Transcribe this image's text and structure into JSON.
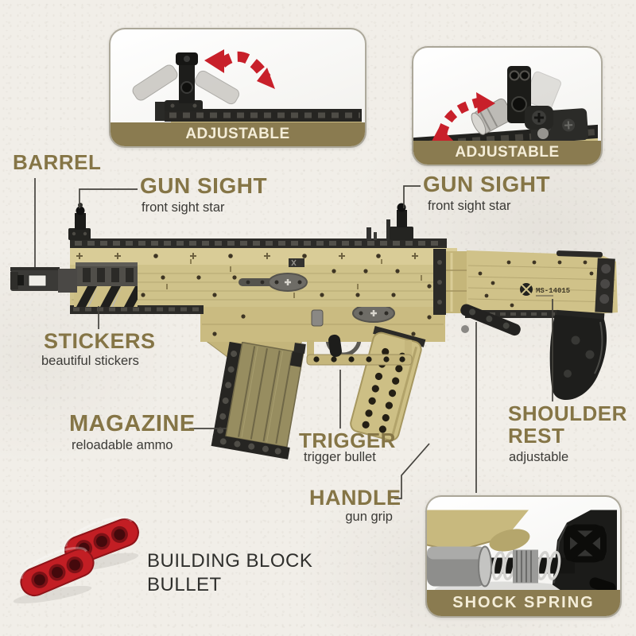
{
  "product": {
    "model_marking": "MS-14015"
  },
  "colors": {
    "accent": "#857546",
    "caption_strip": "#8a7b50",
    "caption_text": "#f4edd8",
    "subtitle_text": "#3b3a36",
    "dark_text": "#2f2f2c",
    "brick_tan": "#cfc28a",
    "brick_black": "#2b2a28",
    "brick_red": "#c21e24",
    "background": "#f1eee8"
  },
  "insets": {
    "top_left": {
      "caption": "ADJUSTABLE"
    },
    "top_right": {
      "caption": "ADJUSTABLE"
    },
    "bottom_right": {
      "caption": "SHOCK SPRING"
    }
  },
  "callouts": {
    "barrel": {
      "title": "BARREL"
    },
    "gun_sight_left": {
      "title": "GUN SIGHT",
      "subtitle": "front sight star"
    },
    "gun_sight_right": {
      "title": "GUN SIGHT",
      "subtitle": "front sight star"
    },
    "stickers": {
      "title": "STICKERS",
      "subtitle": "beautiful stickers"
    },
    "magazine": {
      "title": "MAGAZINE",
      "subtitle": "reloadable ammo"
    },
    "trigger": {
      "title": "TRIGGER",
      "subtitle": "trigger bullet"
    },
    "handle": {
      "title": "HANDLE",
      "subtitle": "gun grip"
    },
    "shoulder_rest": {
      "title_line1": "SHOULDER",
      "title_line2": "REST",
      "subtitle": "adjustable"
    },
    "building_block_bullet": {
      "title_line1": "BUILDING BLOCK",
      "title_line2": "BULLET"
    }
  }
}
